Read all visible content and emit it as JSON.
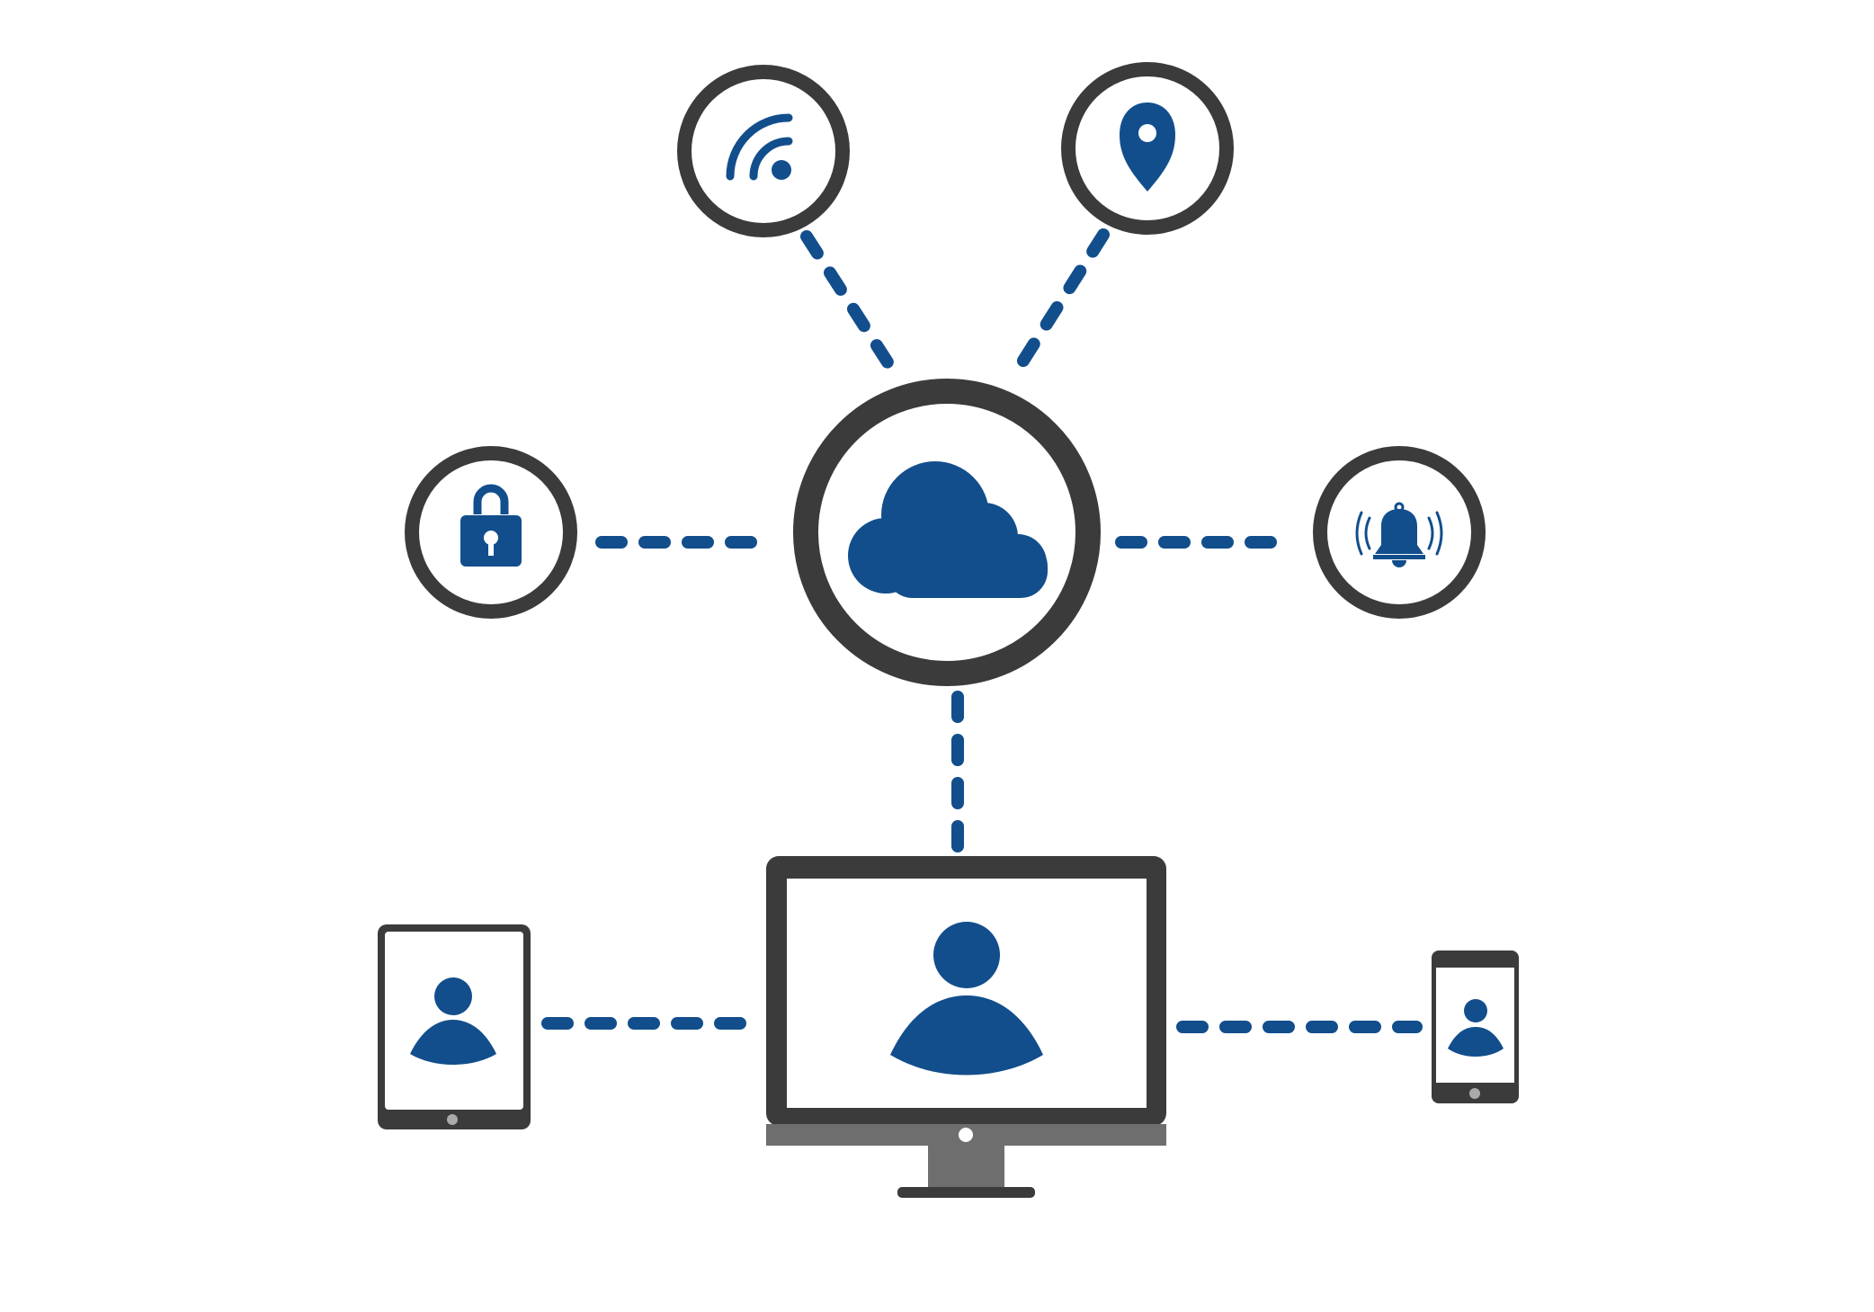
{
  "colors": {
    "accent": "#124e8c",
    "ring": "#3b3b3b",
    "device_dark": "#3b3b3b",
    "device_stand": "#6e6e6e",
    "device_button": "#aaaaaa",
    "background": "#ffffff"
  },
  "nodes": [
    {
      "id": "cloud",
      "icon": "cloud-icon"
    },
    {
      "id": "wifi",
      "icon": "wifi-icon"
    },
    {
      "id": "location",
      "icon": "location-pin-icon"
    },
    {
      "id": "lock",
      "icon": "padlock-icon"
    },
    {
      "id": "alarm",
      "icon": "bell-icon"
    },
    {
      "id": "monitor",
      "icon": "desktop-monitor-icon"
    },
    {
      "id": "tablet",
      "icon": "tablet-icon"
    },
    {
      "id": "phone",
      "icon": "smartphone-icon"
    }
  ],
  "connections": [
    {
      "from": "cloud",
      "to": "wifi"
    },
    {
      "from": "cloud",
      "to": "location"
    },
    {
      "from": "cloud",
      "to": "lock"
    },
    {
      "from": "cloud",
      "to": "alarm"
    },
    {
      "from": "cloud",
      "to": "monitor"
    },
    {
      "from": "monitor",
      "to": "tablet"
    },
    {
      "from": "monitor",
      "to": "phone"
    }
  ]
}
